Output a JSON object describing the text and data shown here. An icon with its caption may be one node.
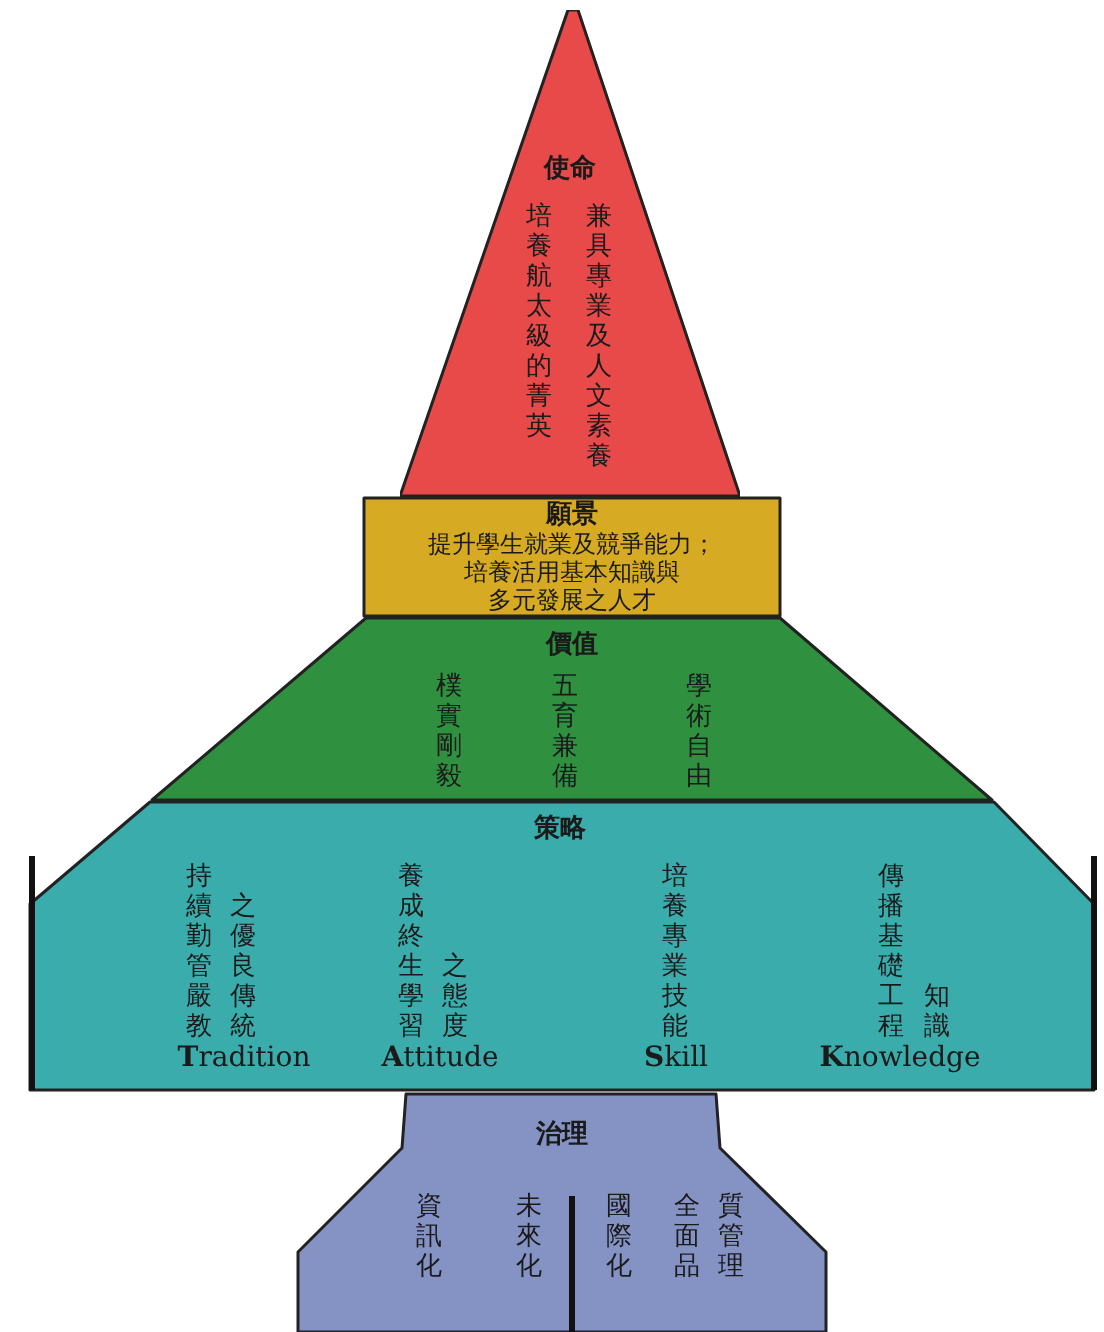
{
  "diagram": {
    "nodes": [
      {
        "text": [
          "使命",
          "培養航太級的菁英",
          "兼具專業及人文素養"
        ]
      },
      {
        "text": [
          "願景",
          "提升學生就業及競爭能力；",
          "培養活用基本知識與多元發展之人才"
        ]
      },
      {
        "text": [
          "價值",
          "樸實剛毅",
          "五育兼備",
          "學術自由"
        ]
      },
      {
        "text": [
          "策略",
          "持續勤管嚴教",
          "之優良傳統",
          "**T**radition",
          "養成終生學習",
          "之態度",
          "**A**ttitude",
          "培養專業技能",
          "**S**kill",
          "傳播基礎工程",
          "知識",
          "**K**nowledge"
        ]
      },
      {
        "text": [
          "治理",
          "資訊化",
          "未來化",
          "國際化",
          "全面品",
          "質管理"
        ]
      }
    ]
  }
}
